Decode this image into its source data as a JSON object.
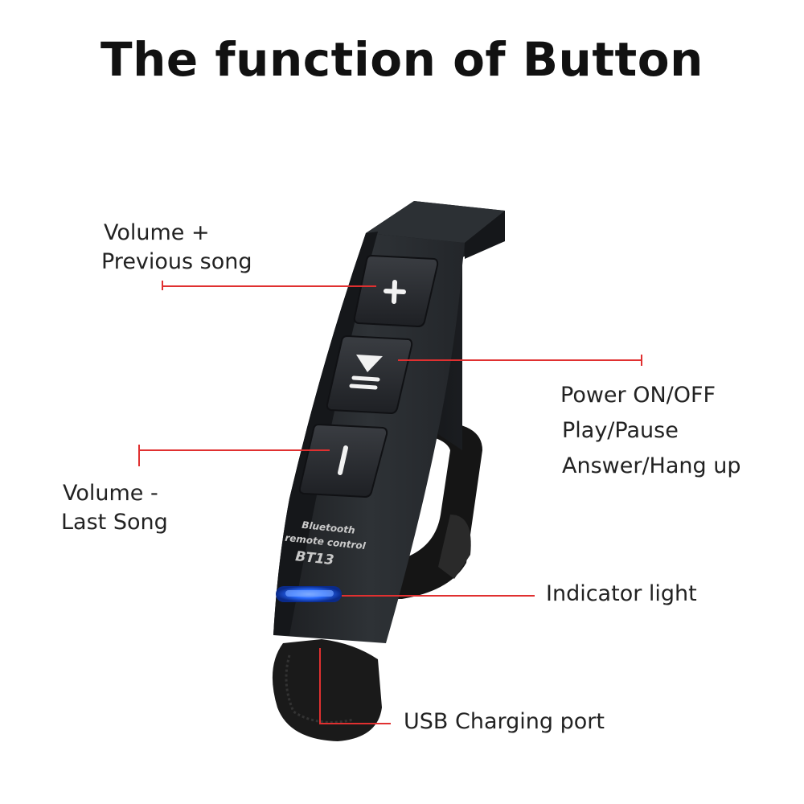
{
  "title": "The function of Button",
  "labels": {
    "volume_plus": {
      "line1": "Volume +",
      "line2": "Previous song"
    },
    "power": {
      "line1": "Power ON/OFF",
      "line2": "Play/Pause",
      "line3": "Answer/Hang up"
    },
    "volume_minus": {
      "line1": "Volume -",
      "line2": "Last Song"
    },
    "indicator": "Indicator light",
    "usb": "USB Charging port"
  },
  "device": {
    "brand_line1": "Bluetooth",
    "brand_line2": "remote control",
    "model": "BT13",
    "buttons": [
      "plus-button",
      "play-pause-button",
      "minus-button"
    ]
  },
  "colors": {
    "callout_line": "#e03030",
    "indicator_light": "#2a6cff",
    "device_body": "#2a2d31",
    "strap": "#1a1a1a"
  }
}
